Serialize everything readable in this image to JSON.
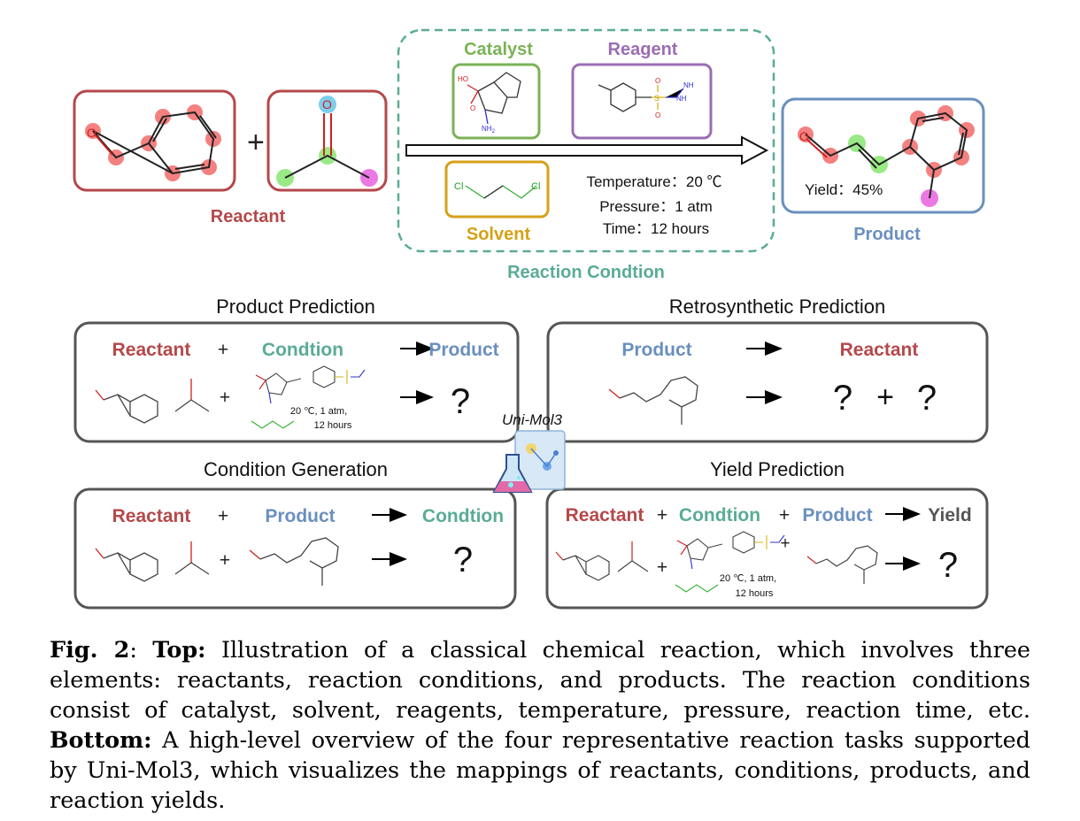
{
  "top": {
    "reactant_label": "Reactant",
    "plus": "+",
    "condition_label": "Reaction Condtion",
    "catalyst_label": "Catalyst",
    "reagent_label": "Reagent",
    "solvent_label": "Solvent",
    "product_label": "Product",
    "temperature": "Temperature：20 ℃",
    "pressure": "Pressure：1 atm",
    "time": "Time：12 hours",
    "yield": "Yield：45%",
    "atoms": {
      "O": "O",
      "HO": "HO",
      "NH2": "NH",
      "NH2_sub": "2",
      "Cl": "Cl",
      "S": "S",
      "NH2b": "NH",
      "NH": "NH"
    }
  },
  "tasks": {
    "product_prediction": {
      "title": "Product Prediction",
      "reactant": "Reactant",
      "plus": "+",
      "condition": "Condtion",
      "arrow": "→",
      "product": "Product",
      "cond_line1": "20 ℃, 1 atm,",
      "cond_line2": "12 hours",
      "question": "?"
    },
    "retrosynthetic_prediction": {
      "title": "Retrosynthetic Prediction",
      "product": "Product",
      "reactant": "Reactant",
      "q1": "?",
      "plus": "+",
      "q2": "?"
    },
    "condition_generation": {
      "title": "Condition Generation",
      "reactant": "Reactant",
      "plus": "+",
      "product": "Product",
      "condition": "Condtion",
      "question": "?"
    },
    "yield_prediction": {
      "title": "Yield Prediction",
      "reactant": "Reactant",
      "plus1": "+",
      "condition": "Condtion",
      "plus2": "+",
      "product": "Product",
      "yield": "Yield",
      "cond_line1": "20 ℃, 1 atm,",
      "cond_line2": "12 hours",
      "question": "?"
    }
  },
  "logo": {
    "text": "Uni-Mol3"
  },
  "caption": {
    "fig": "Fig. 2",
    "colon": ": ",
    "top_label": "Top:",
    "top_text": " Illustration of a classical chemical reaction, which involves three elements: reactants, reaction conditions, and products. The reaction conditions consist of catalyst, solvent, reagents, temperature, pressure, reaction time, etc. ",
    "bottom_label": "Bottom:",
    "bottom_text": " A high-level overview of the four representative reaction tasks supported by Uni-Mol3, which visualizes the mappings of reactants, conditions, products, and reaction yields."
  },
  "colors": {
    "reactant": "#b5484a",
    "condition": "#5aac94",
    "product": "#6a8fbf",
    "catalyst": "#7ab356",
    "reagent": "#9b6db3",
    "solvent": "#d4a118",
    "box": "#555555",
    "highlight_red": "#f26a6a",
    "highlight_green": "#8ee87a",
    "highlight_blue": "#6fc8ea",
    "highlight_magenta": "#e86ae0"
  }
}
